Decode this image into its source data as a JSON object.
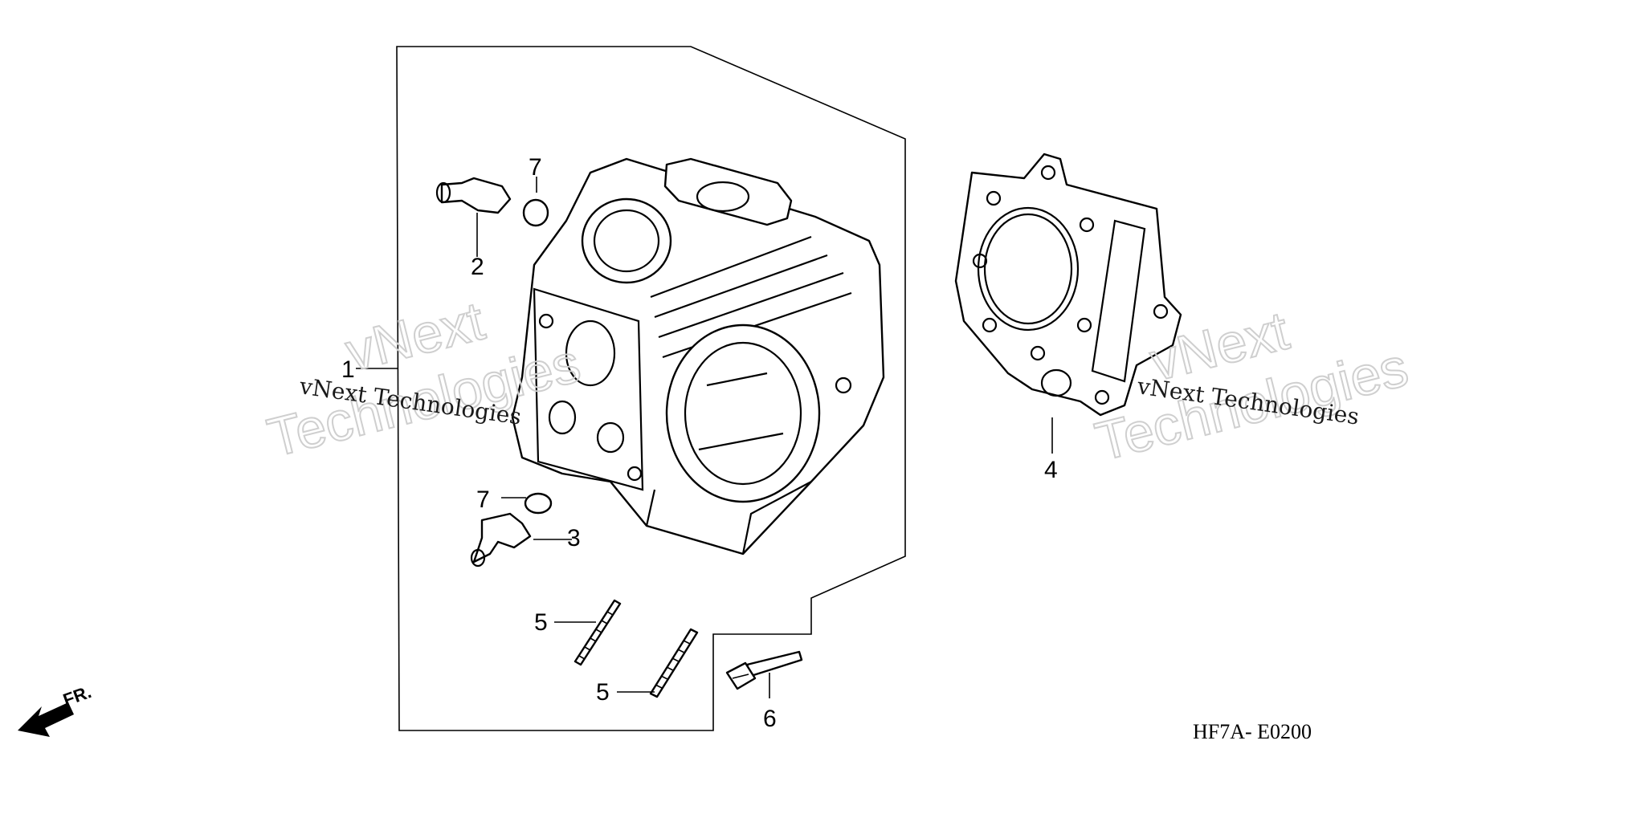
{
  "diagram": {
    "callouts": {
      "c1": "1",
      "c2": "2",
      "c3": "3",
      "c4": "4",
      "c5a": "5",
      "c5b": "5",
      "c6": "6",
      "c7a": "7",
      "c7b": "7"
    },
    "figure_code": "HF7A- E0200",
    "direction_label": "FR."
  },
  "watermarks": {
    "brand_line1": "vNext",
    "brand_line2": "Technologies",
    "caption": "vNext Technologies"
  },
  "icons": {
    "front_arrow": "front-direction-arrow-icon"
  }
}
